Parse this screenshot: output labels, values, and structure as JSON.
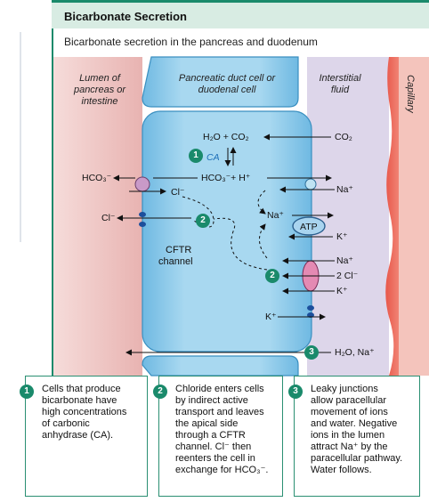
{
  "header": {
    "title": "Bicarbonate Secretion"
  },
  "subtitle": "Bicarbonate secretion in the pancreas and duodenum",
  "regions": {
    "lumen": "Lumen of pancreas or intestine",
    "cell": "Pancreatic duct cell or duodenal cell",
    "interstitial": "Interstitial fluid",
    "capillary": "Capillary"
  },
  "labels": {
    "h2o_co2": "H₂O + CO₂",
    "co2": "CO₂",
    "ca": "CA",
    "hco3_h": "HCO₃⁻+ H⁺",
    "na_1": "Na⁺",
    "hco3_lumen": "HCO₃⁻",
    "cl_in": "Cl⁻",
    "cl_lumen": "Cl⁻",
    "na_cell": "Na⁺",
    "atp": "ATP",
    "k_pump": "K⁺",
    "cftr_1": "CFTR",
    "cftr_2": "channel",
    "na_nkcc": "Na⁺",
    "cl2_nkcc": "2 Cl⁻",
    "k_nkcc": "K⁺",
    "k_channel": "K⁺",
    "h2o_na": "H₂O, Na⁺"
  },
  "steps": [
    {
      "number": "1",
      "text_lines": [
        "Cells that produce",
        "bicarbonate have",
        "high concentrations",
        "of carbonic",
        "anhydrase (CA)."
      ]
    },
    {
      "number": "2",
      "text_lines": [
        "Chloride enters cells",
        "by indirect active",
        "transport and leaves",
        "the apical side",
        "through a CFTR",
        "channel. Cl⁻ then",
        "reenters the cell in",
        "exchange for HCO₃⁻."
      ]
    },
    {
      "number": "3",
      "text_lines": [
        "Leaky junctions",
        "allow paracellular",
        "movement of ions",
        "and water. Negative",
        "ions in the lumen",
        "attract Na⁺ by the",
        "paracellular pathway.",
        "Water follows."
      ]
    }
  ],
  "colors": {
    "accent": "#1a8a6b",
    "cell": "#8ecbea",
    "lumen": "#e9b7b5",
    "interstitial": "#ddd6ea",
    "capillary": "#e3584c"
  }
}
